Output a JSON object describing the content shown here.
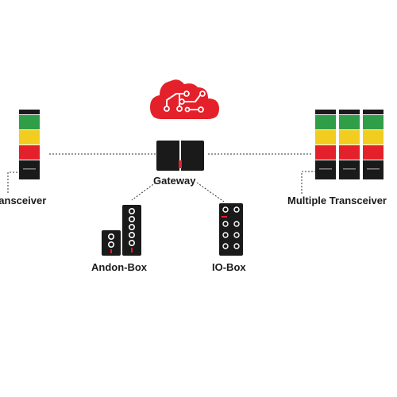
{
  "labels": {
    "transceiver": "Transceiver",
    "gateway": "Gateway",
    "multiple_transceiver": "Multiple Transceiver",
    "andon_box": "Andon-Box",
    "io_box": "IO-Box"
  },
  "icons": {
    "cloud": "cloud-network-icon",
    "gateway": "gateway-device-icon",
    "signal_tower": "signal-tower-icon",
    "andon_box": "andon-box-icon",
    "io_box": "io-box-icon"
  },
  "colors": {
    "cloud": "#e4202a",
    "tower_green": "#2e9e49",
    "tower_yellow": "#f2cd1f",
    "tower_red": "#e4202a",
    "device_body": "#1a1a1a",
    "connector": "#333333",
    "text": "#1a1a1a"
  }
}
